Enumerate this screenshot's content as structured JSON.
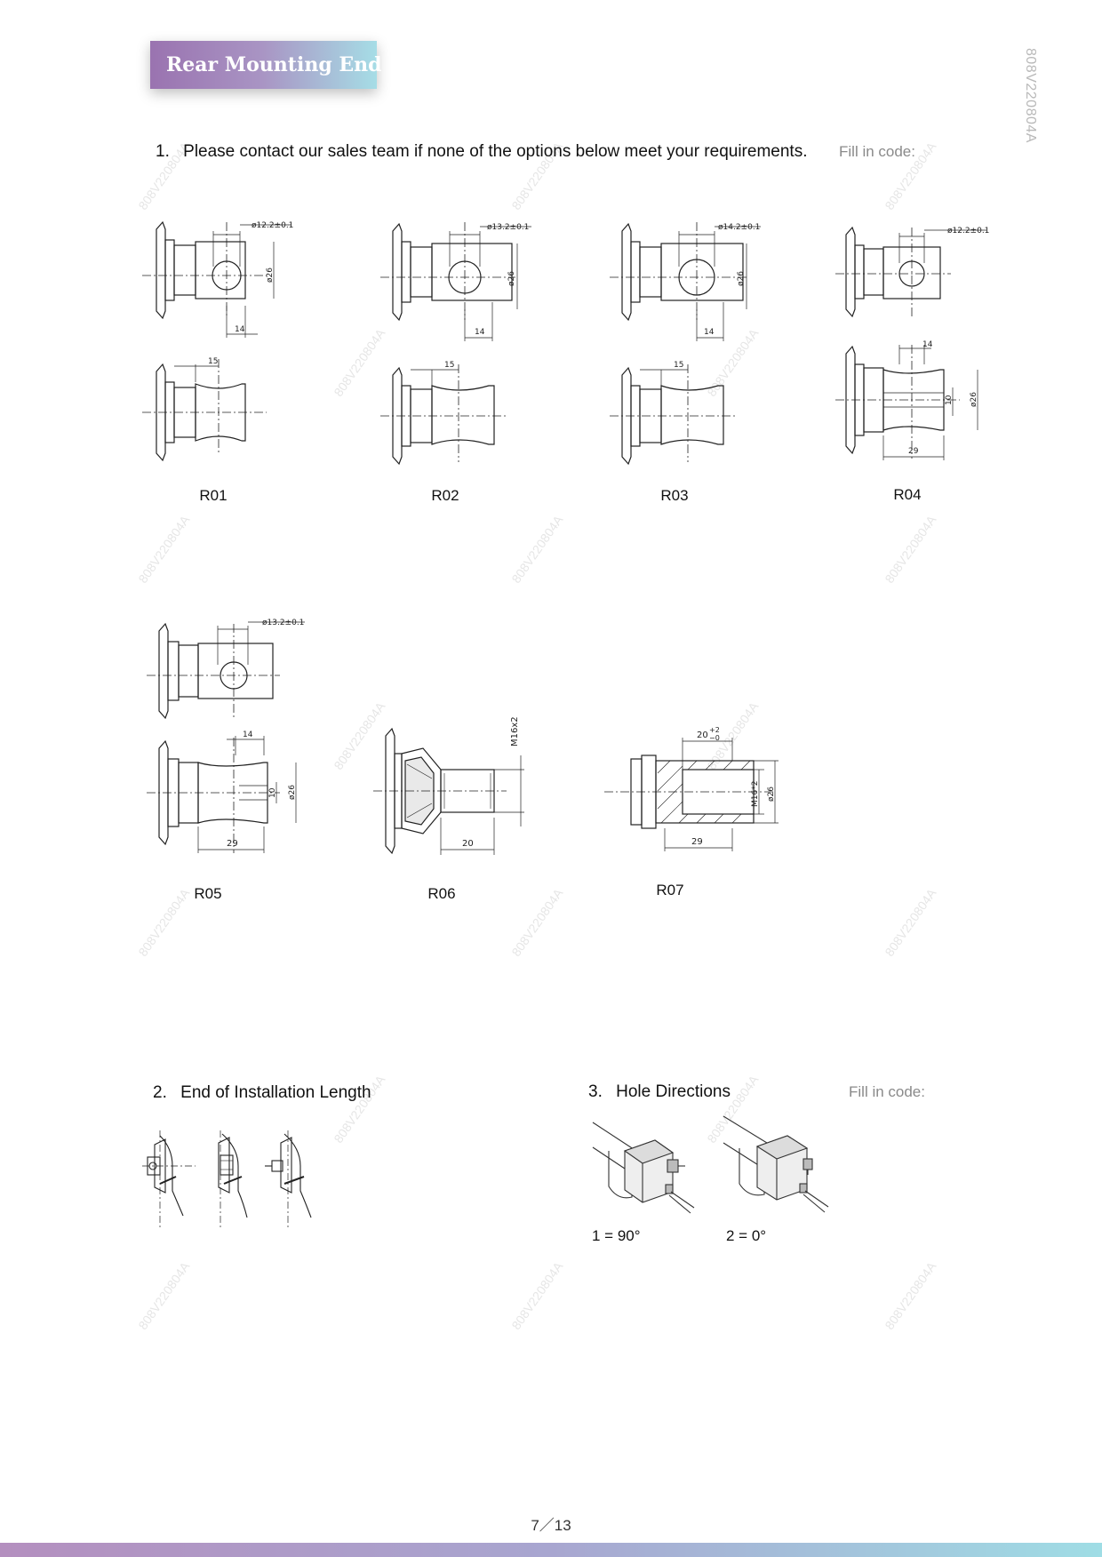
{
  "header": {
    "banner_title": "Rear Mounting End",
    "doc_code_vertical": "808V220804A"
  },
  "section1": {
    "number": "1.",
    "text": "Please contact our sales team if none of the options below meet your requirements.",
    "fill_in_code": "Fill in code:",
    "options": [
      {
        "code": "R01",
        "dims": [
          "ø12.2±0.1",
          "ø26",
          "14",
          "15"
        ]
      },
      {
        "code": "R02",
        "dims": [
          "ø13.2±0.1",
          "ø26",
          "14",
          "15"
        ]
      },
      {
        "code": "R03",
        "dims": [
          "ø14.2±0.1",
          "ø26",
          "14",
          "15"
        ]
      },
      {
        "code": "R04",
        "dims": [
          "ø12.2±0.1",
          "14",
          "10",
          "ø26",
          "29"
        ]
      },
      {
        "code": "R05",
        "dims": [
          "ø13.2±0.1",
          "14",
          "10",
          "ø26",
          "29"
        ]
      },
      {
        "code": "R06",
        "dims": [
          "M16x2",
          "20"
        ]
      },
      {
        "code": "R07",
        "dims": [
          "20",
          "+2",
          "−0",
          "M16*2",
          "ø26",
          "29"
        ]
      }
    ]
  },
  "section2": {
    "number": "2.",
    "title": "End of Installation Length"
  },
  "section3": {
    "number": "3.",
    "title": "Hole Directions",
    "fill_in_code": "Fill in code:",
    "options": [
      "1 = 90°",
      "2 = 0°"
    ]
  },
  "watermark_text": "808V220804A",
  "footer": {
    "page_number": "7／13"
  }
}
